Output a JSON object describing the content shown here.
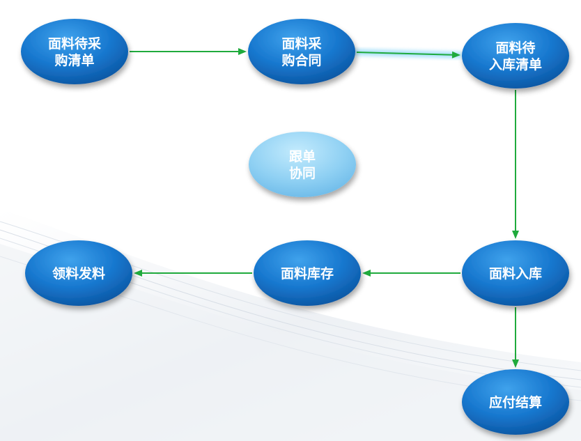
{
  "diagram": {
    "nodes": [
      {
        "id": "n1",
        "lines": [
          "面料待采",
          "购清单"
        ],
        "style": "dark"
      },
      {
        "id": "n2",
        "lines": [
          "面料采",
          "购合同"
        ],
        "style": "dark"
      },
      {
        "id": "n3",
        "lines": [
          "面料待",
          "入库清单"
        ],
        "style": "dark"
      },
      {
        "id": "n4",
        "lines": [
          "跟单",
          "协同"
        ],
        "style": "light"
      },
      {
        "id": "n5",
        "lines": [
          "领料发料"
        ],
        "style": "dark"
      },
      {
        "id": "n6",
        "lines": [
          "面料库存"
        ],
        "style": "dark"
      },
      {
        "id": "n7",
        "lines": [
          "面料入库"
        ],
        "style": "dark"
      },
      {
        "id": "n8",
        "lines": [
          "应付结算"
        ],
        "style": "dark"
      }
    ],
    "edges": [
      {
        "from": "n1",
        "to": "n2"
      },
      {
        "from": "n2",
        "to": "n3"
      },
      {
        "from": "n3",
        "to": "n7"
      },
      {
        "from": "n7",
        "to": "n6"
      },
      {
        "from": "n6",
        "to": "n5"
      },
      {
        "from": "n7",
        "to": "n8"
      }
    ],
    "colors": {
      "node_dark": "#1878cf",
      "node_light": "#8fd0f3",
      "edge": "#1faa3c",
      "edge_glow": "#8ad6f7",
      "text": "#ffffff"
    }
  }
}
